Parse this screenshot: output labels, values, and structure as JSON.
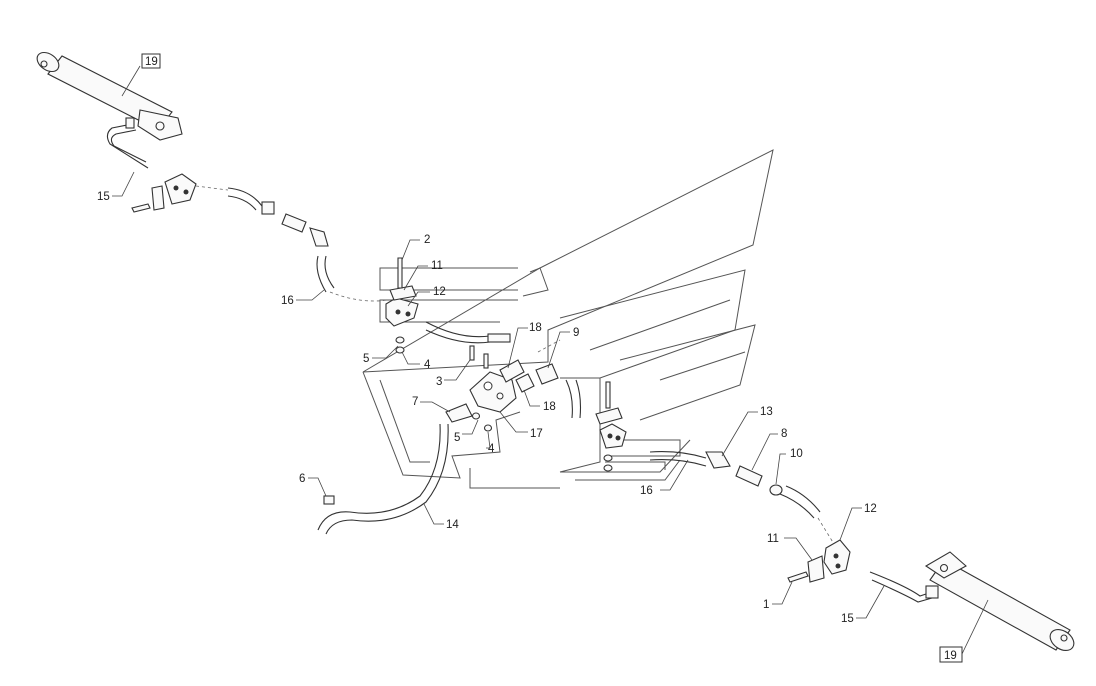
{
  "diagram": {
    "callouts": [
      {
        "id": "c19a",
        "text": "19",
        "boxed": true
      },
      {
        "id": "c15a",
        "text": "15"
      },
      {
        "id": "c16a",
        "text": "16"
      },
      {
        "id": "c2",
        "text": "2"
      },
      {
        "id": "c11a",
        "text": "11"
      },
      {
        "id": "c12a",
        "text": "12"
      },
      {
        "id": "c5a",
        "text": "5"
      },
      {
        "id": "c4a",
        "text": "4"
      },
      {
        "id": "c3",
        "text": "3"
      },
      {
        "id": "c18a",
        "text": "18"
      },
      {
        "id": "c9",
        "text": "9"
      },
      {
        "id": "c18b",
        "text": "18"
      },
      {
        "id": "c7",
        "text": "7"
      },
      {
        "id": "c17",
        "text": "17"
      },
      {
        "id": "c5b",
        "text": "5"
      },
      {
        "id": "c4b",
        "text": "4"
      },
      {
        "id": "c6",
        "text": "6"
      },
      {
        "id": "c14",
        "text": "14"
      },
      {
        "id": "c13",
        "text": "13"
      },
      {
        "id": "c8",
        "text": "8"
      },
      {
        "id": "c10",
        "text": "10"
      },
      {
        "id": "c16b",
        "text": "16"
      },
      {
        "id": "c12b",
        "text": "12"
      },
      {
        "id": "c11b",
        "text": "11"
      },
      {
        "id": "c1",
        "text": "1"
      },
      {
        "id": "c15b",
        "text": "15"
      },
      {
        "id": "c19b",
        "text": "19",
        "boxed": true
      }
    ]
  }
}
